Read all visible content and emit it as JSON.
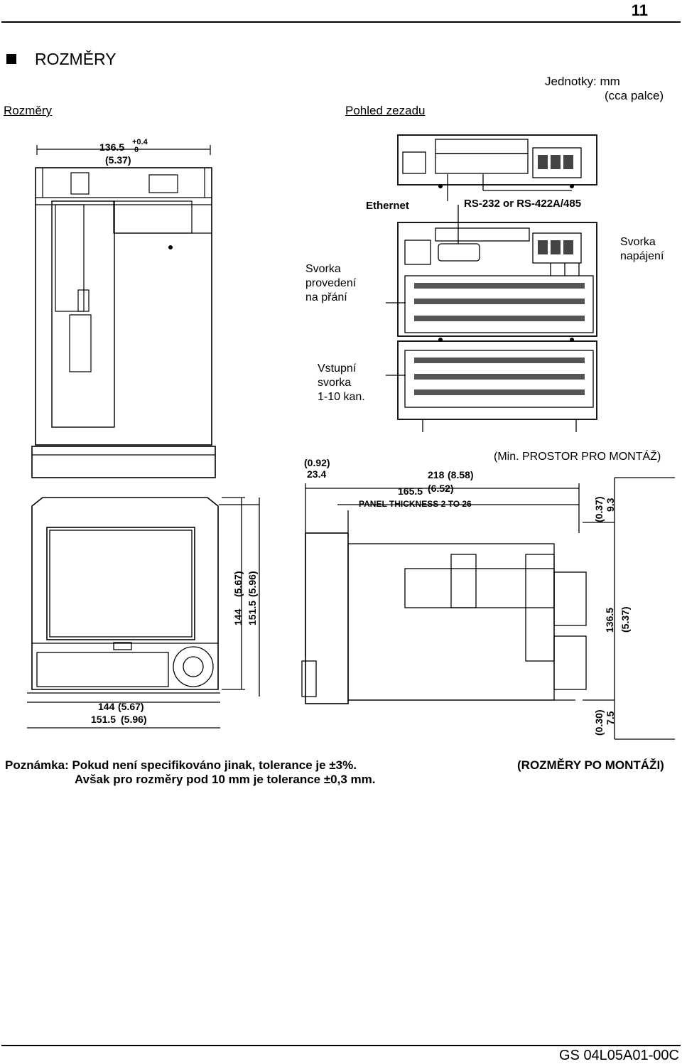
{
  "page_number": "11",
  "section": {
    "bullet_icon": "square-bullet-icon",
    "title": "ROZMĚRY"
  },
  "units": {
    "line1": "Jednotky:  mm",
    "line2": "(cca palce)"
  },
  "labels": {
    "rozmery": "Rozměry",
    "pohled_zezadu": "Pohled zezadu",
    "svorka_provedeni": [
      "Svorka",
      "provedení",
      "na přání"
    ],
    "svorka_napajeni": [
      "Svorka",
      "napájení"
    ],
    "vstupni_svorka": [
      "Vstupní",
      "svorka",
      "1-10 kan."
    ],
    "min_prostor": "(Min. PROSTOR PRO MONTÁŽ)",
    "po_montazi": "(ROZMĚRY PO MONTÁŽI)"
  },
  "drawing_text": {
    "ethernet": "Ethernet",
    "rs232": "RS-232 or RS-422A/485",
    "d136_top": "136.5",
    "tol_plus": "+0.4",
    "tol_zero": "0",
    "d537": "(5.37)",
    "d092": "(0.92)",
    "d234": "23.4",
    "d218": "218",
    "d858": "(8.58)",
    "d1655": "165.5",
    "d652": "(6.52)",
    "panel": "PANEL THICKNESS 2 TO 26",
    "d144": "144",
    "d567": "(5.67)",
    "d1515": "151.5",
    "d596": "(5.96)",
    "d037": "(0.37)",
    "d93": "9.3",
    "d030": "(0.30)",
    "d75": "7.5",
    "d1365_side": "136.5",
    "d537_side": "(5.37)"
  },
  "note": {
    "line1": "Poznámka: Pokud není specifikováno jinak, tolerance je ±3%.",
    "line2": "Avšak pro rozměry pod 10 mm je tolerance ±0,3 mm."
  },
  "footer": {
    "doc_id": "GS 04L05A01-00C"
  }
}
